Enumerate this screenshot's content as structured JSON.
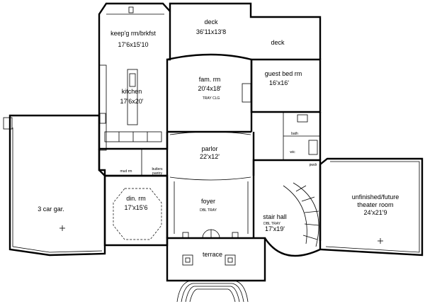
{
  "rooms": {
    "deck_main": {
      "name": "deck",
      "dims": "36'11x13'8"
    },
    "deck_side": {
      "name": "deck"
    },
    "keeping_room": {
      "name": "keep'g rm/brkfst",
      "dims": "17'6x15'10"
    },
    "kitchen": {
      "name": "kitchen",
      "dims": "17'6x20'"
    },
    "family_room": {
      "name": "fam. rm",
      "dims": "20'4x18'",
      "ceiling": "TRAY CLG"
    },
    "guest_bed": {
      "name": "guest bed rm",
      "dims": "16'x16'"
    },
    "bath": {
      "name": "bath"
    },
    "wic": {
      "name": "wic"
    },
    "powder": {
      "name": "pwdr"
    },
    "parlor": {
      "name": "parlor",
      "dims": "22'x12'"
    },
    "mud_room": {
      "name": "mud rm"
    },
    "butlers_pantry": {
      "name": "butlers",
      "name2": "pantry"
    },
    "dining_room": {
      "name": "din. rm",
      "dims": "17'x15'6"
    },
    "foyer": {
      "name": "foyer",
      "ceiling": "DBL TRAY"
    },
    "stair_hall": {
      "name": "stair hall",
      "ceiling": "DBL TRAY",
      "dims": "17'x19'"
    },
    "garage": {
      "name": "3 car gar."
    },
    "theater": {
      "name": "unfinished/future",
      "name2": "theater room",
      "dims": "24'x21'9"
    },
    "terrace": {
      "name": "terrace"
    }
  },
  "colors": {
    "line": "#000000",
    "background": "#ffffff"
  }
}
